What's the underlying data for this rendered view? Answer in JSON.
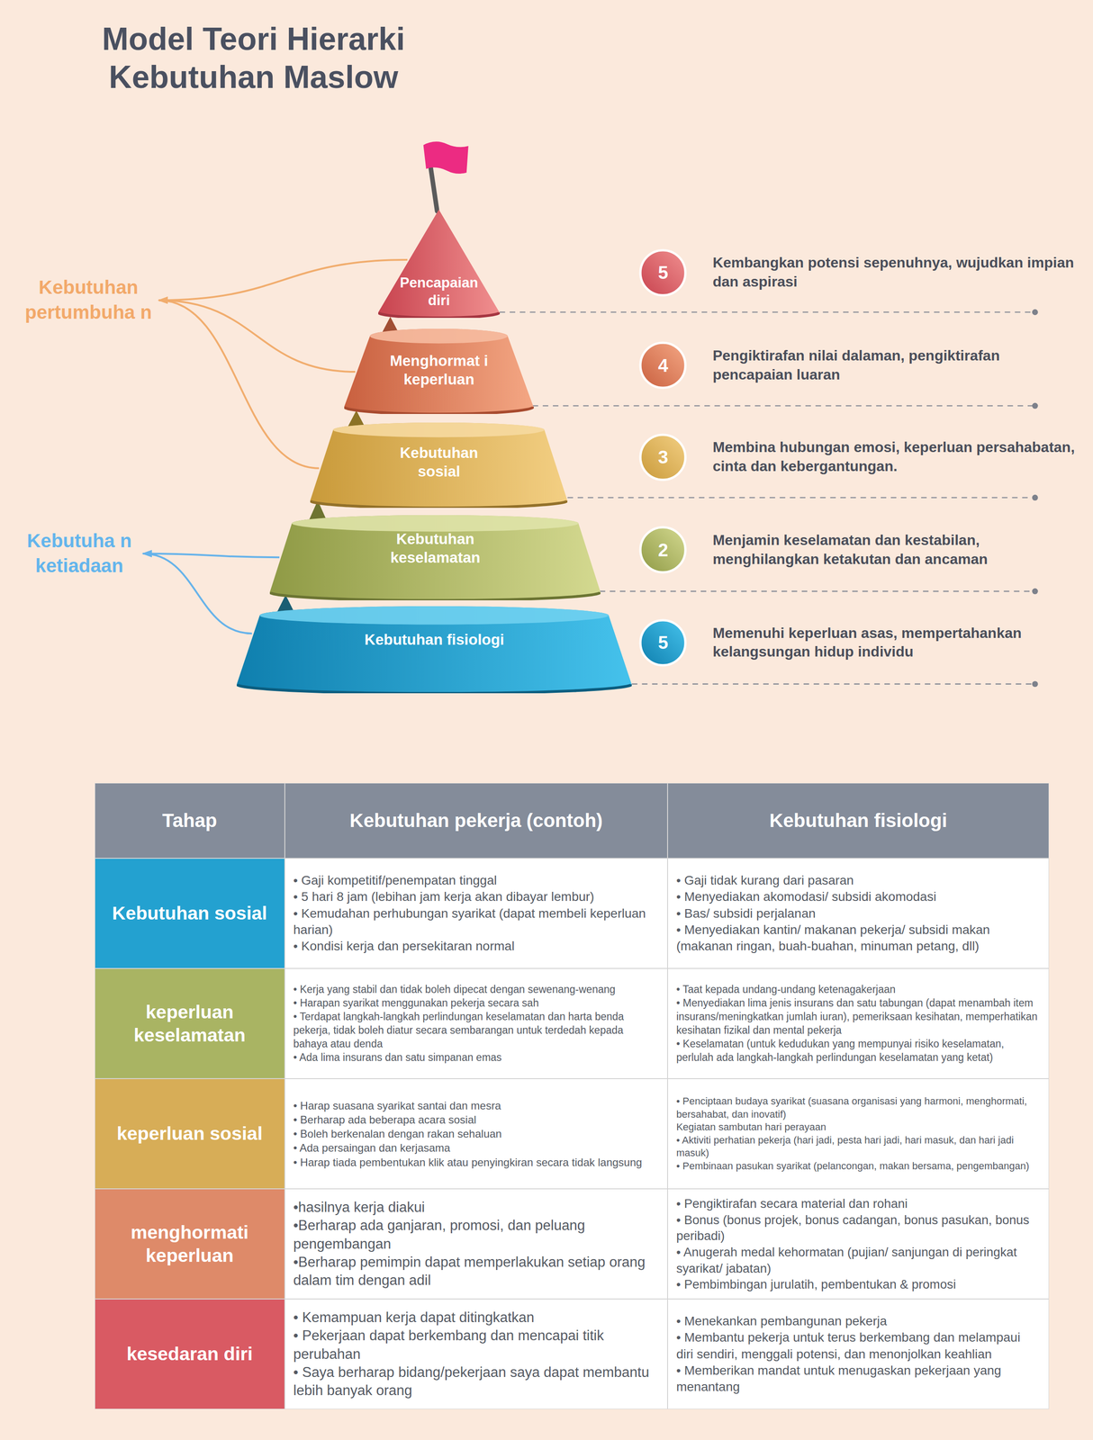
{
  "diagram": {
    "title": "Model Teori Hierarki Kebutuhan Maslow",
    "nodes": [
      {
        "text": [
          "Pencapaian diri"
        ]
      },
      {
        "text": [
          "Menghormat i keperluan"
        ]
      },
      {
        "text": [
          "Kebutuhan sosial"
        ]
      },
      {
        "text": [
          "Kebutuhan keselamatan"
        ]
      },
      {
        "text": [
          "Kebutuhan fisiologi"
        ]
      },
      {
        "text": [
          "5"
        ]
      },
      {
        "text": [
          "4"
        ]
      },
      {
        "text": [
          "3"
        ]
      },
      {
        "text": [
          "2"
        ]
      },
      {
        "text": [
          "5"
        ]
      },
      {
        "text": [
          "Kebutuhan pertumbuha n"
        ]
      },
      {
        "text": [
          "Kebutuha n ketiadaan"
        ]
      }
    ],
    "edges": [
      {
        "from": 0,
        "to": 10,
        "arrow": "to"
      },
      {
        "from": 1,
        "to": 10,
        "arrow": "to"
      },
      {
        "from": 2,
        "to": 10,
        "arrow": "to"
      },
      {
        "from": 3,
        "to": 11,
        "arrow": "to"
      },
      {
        "from": 4,
        "to": 11,
        "arrow": "to"
      }
    ],
    "labels": [
      "Kembangkan potensi sepenuhnya, wujudkan impian dan aspirasi",
      "Pengiktirafan nilai dalaman, pengiktirafan pencapaian luaran",
      "Membina hubungan emosi, keperluan persahabatan, cinta dan kebergantungan.",
      "Menjamin keselamatan dan kestabilan, menghilangkan ketakutan dan ancaman",
      "Memenuhi keperluan asas, mempertahankan kelangsungan hidup individu",
      "Tahap",
      "Kebutuhan pekerja (contoh)",
      "Kebutuhan fisiologi",
      "Kebutuhan sosial",
      "• Gaji kompetitif/penempatan tinggal",
      "• 5 hari 8 jam (lebihan jam kerja akan dibayar lembur)",
      "• Kemudahan perhubungan syarikat (dapat membeli keperluan harian)",
      "• Kondisi kerja dan persekitaran normal",
      "• Gaji tidak kurang dari pasaran",
      "• Menyediakan akomodasi/ subsidi akomodasi",
      "• Bas/ subsidi perjalanan",
      "• Menyediakan kantin/ makanan pekerja/ subsidi makan (makanan ringan, buah-buahan, minuman petang, dll)",
      "keperluan keselamatan",
      "• Kerja yang stabil dan tidak boleh dipecat dengan sewenang-wenang",
      "• Harapan syarikat menggunakan pekerja secara sah",
      "• Terdapat langkah-langkah perlindungan keselamatan dan harta benda pekerja, tidak boleh diatur secara sembarangan untuk terdedah kepada bahaya atau denda",
      "• Ada lima insurans dan satu simpanan emas",
      "• Taat kepada undang-undang ketenagakerjaan",
      "• Menyediakan lima jenis insurans dan satu tabungan (dapat menambah item insurans/meningkatkan jumlah iuran), pemeriksaan kesihatan, memperhatikan kesihatan fizikal dan mental pekerja",
      "• Keselamatan (untuk kedudukan yang mempunyai risiko keselamatan, perlulah ada langkah-langkah perlindungan keselamatan yang ketat)",
      "keperluan sosial",
      "• Harap suasana syarikat santai dan mesra",
      "• Berharap ada beberapa acara sosial",
      "• Boleh berkenalan dengan rakan sehaluan",
      "• Ada persaingan dan kerjasama",
      "• Harap tiada pembentukan klik atau penyingkiran secara tidak langsung",
      "• Penciptaan budaya syarikat (suasana organisasi yang harmoni, menghormati, bersahabat, dan inovatif)",
      "Kegiatan sambutan hari perayaan",
      "• Aktiviti perhatian pekerja (hari jadi, pesta hari jadi, hari masuk, dan hari jadi masuk)",
      "• Pembinaan pasukan syarikat (pelancongan, makan bersama, pengembangan)",
      "menghormati keperluan",
      "•hasilnya kerja diakui",
      "•Berharap ada ganjaran, promosi, dan peluang pengembangan",
      "•Berharap pemimpin dapat memperlakukan setiap orang dalam tim dengan adil",
      "• Pengiktirafan secara material dan rohani",
      "• Bonus (bonus projek, bonus cadangan, bonus pasukan, bonus peribadi)",
      "• Anugerah medal kehormatan (pujian/ sanjungan di peringkat syarikat/ jabatan)",
      "• Pembimbingan jurulatih, pembentukan & promosi",
      "kesedaran diri",
      "• Kemampuan kerja dapat ditingkatkan",
      "• Pekerjaan dapat berkembang dan mencapai titik perubahan",
      "• Saya berharap bidang/pekerjaan saya dapat membantu lebih banyak orang",
      "• Menekankan pembangunan pekerja",
      "• Membantu pekerja untuk terus berkembang dan melampaui diri sendiri, menggali potensi, dan menonjolkan keahlian",
      "• Memberikan mandat untuk menugaskan pekerjaan yang menantang"
    ]
  }
}
